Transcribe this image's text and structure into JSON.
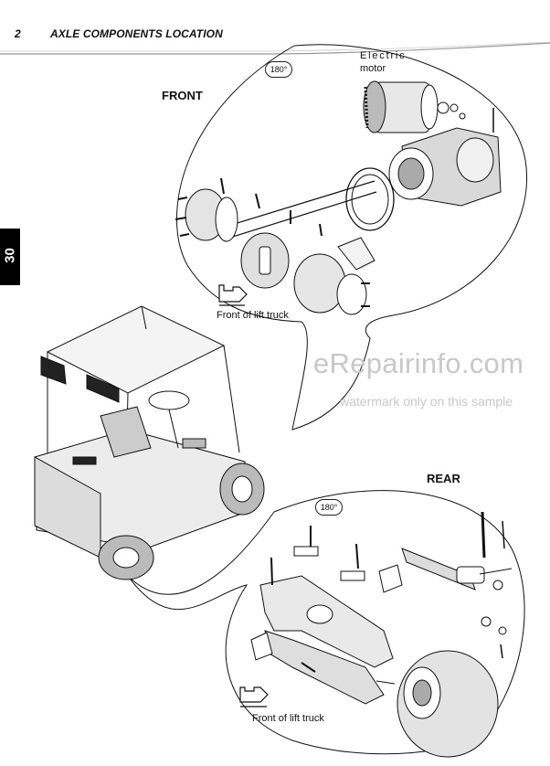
{
  "header": {
    "page_number": "2",
    "title": "AXLE COMPONENTS LOCATION"
  },
  "side_tab": {
    "label": "30"
  },
  "front": {
    "section_label": "FRONT",
    "rotation_badge": "180°",
    "motor_label_line1": "Electric",
    "motor_label_line2": "motor",
    "direction_label": "Front of lift truck"
  },
  "rear": {
    "section_label": "REAR",
    "rotation_badge": "180°",
    "direction_label": "Front of lift truck"
  },
  "watermark": {
    "text": "eRepairinfo.com",
    "note": "watermark only on this sample"
  }
}
